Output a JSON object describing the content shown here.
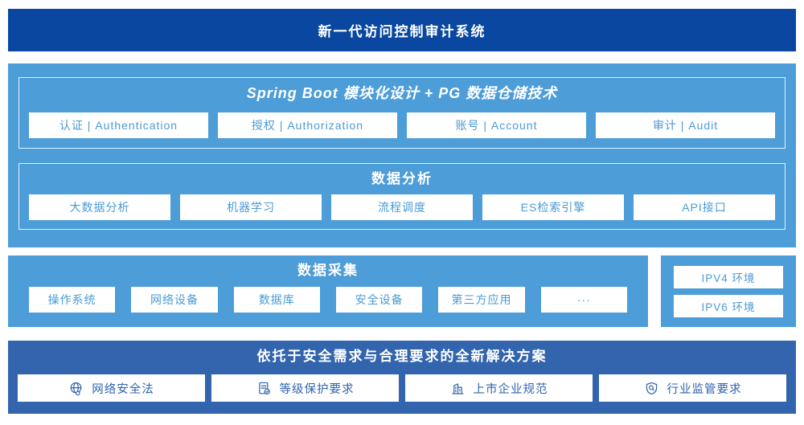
{
  "title_bar": {
    "title": "新一代访问控制审计系统"
  },
  "colors": {
    "header_blue": "#0A47A0",
    "mid_blue": "#4D9DD8",
    "solution_blue": "#3265AD",
    "cell_text_blue": "#4A9AD6",
    "solution_text_blue": "#2F63AD",
    "cell_bg": "#ffffff"
  },
  "architecture": {
    "spring_layer": {
      "title": "Spring Boot 模块化设计 + PG 数据仓储技术",
      "items": [
        "认证 | Authentication",
        "授权 | Authorization",
        "账号 | Account",
        "审计 | Audit"
      ]
    },
    "analysis_layer": {
      "title": "数据分析",
      "items": [
        "大数据分析",
        "机器学习",
        "流程调度",
        "ES检索引擎",
        "API接口"
      ]
    }
  },
  "collection": {
    "title": "数据采集",
    "items": [
      "操作系统",
      "网络设备",
      "数据库",
      "安全设备",
      "第三方应用",
      "···"
    ]
  },
  "network_envs": {
    "items": [
      "IPV4 环境",
      "IPV6 环境"
    ]
  },
  "solution": {
    "title": "依托于安全需求与合理要求的全新解决方案",
    "items": [
      {
        "label": "网络安全法",
        "icon": "globe-network-icon"
      },
      {
        "label": "等级保护要求",
        "icon": "document-check-icon"
      },
      {
        "label": "上市企业规范",
        "icon": "buildings-icon"
      },
      {
        "label": "行业监管要求",
        "icon": "shield-search-icon"
      }
    ]
  }
}
